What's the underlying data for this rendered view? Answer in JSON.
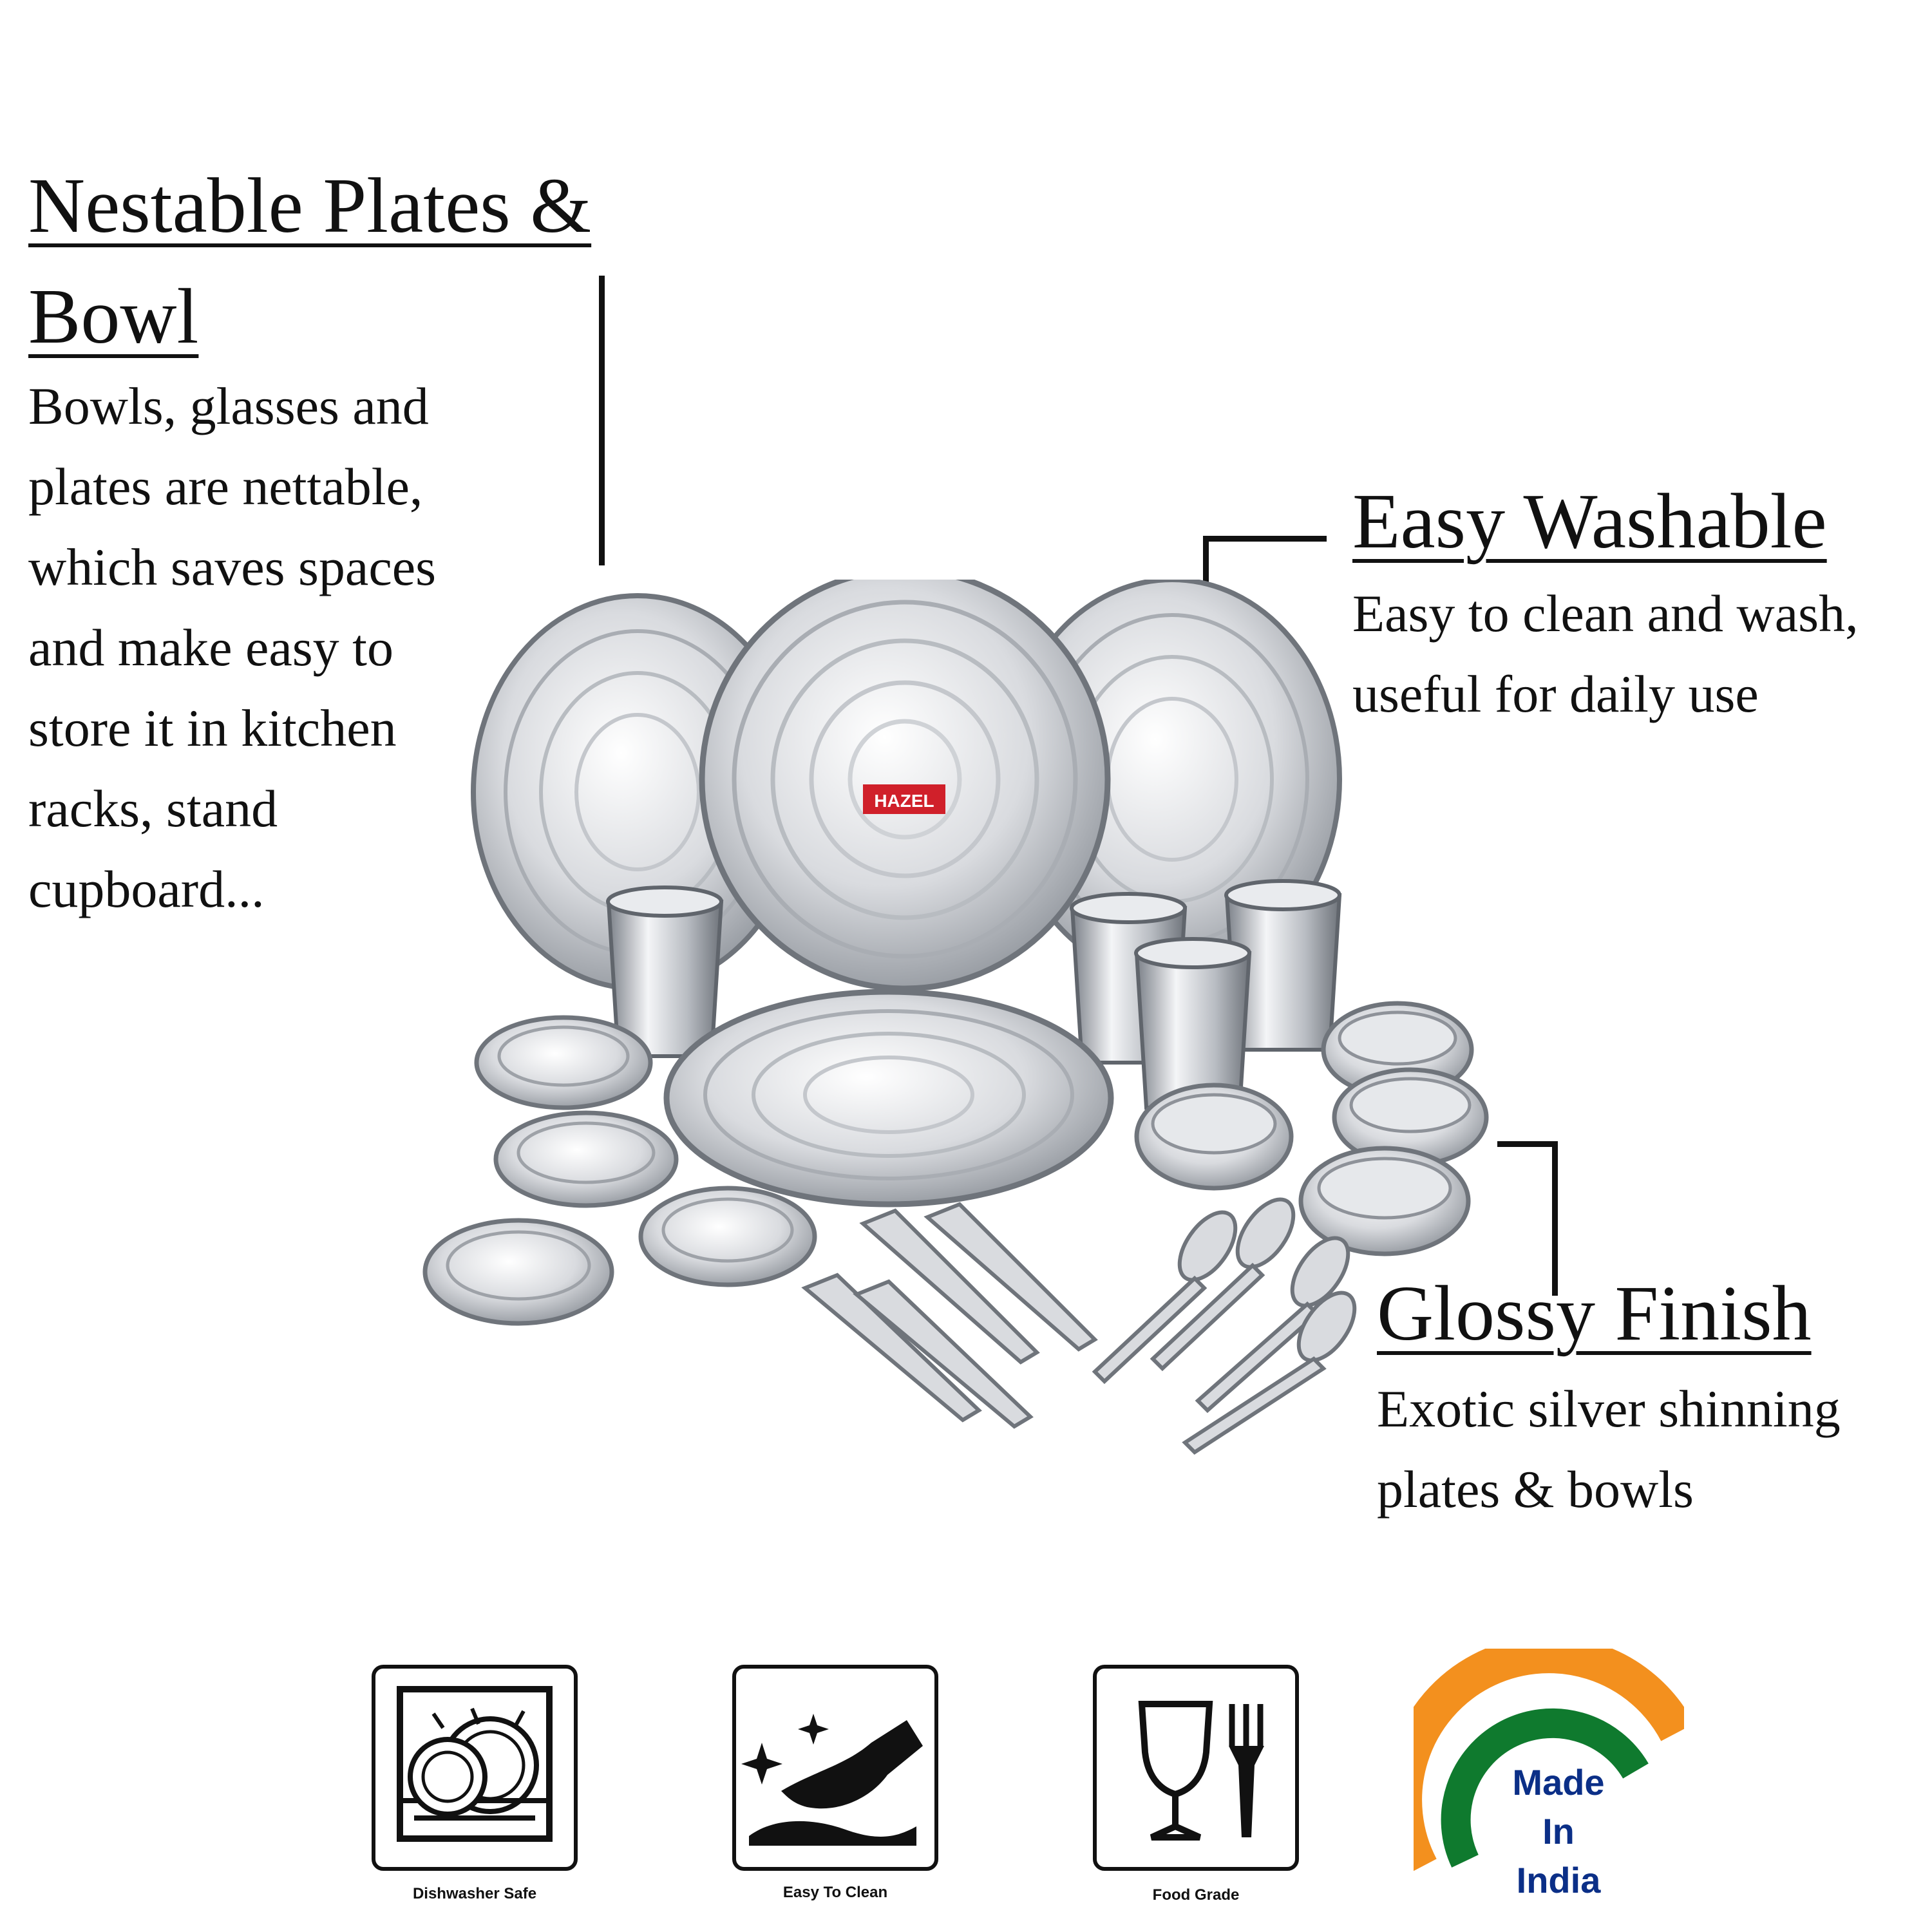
{
  "features": {
    "nestable": {
      "title_line1": "Nestable Plates &",
      "title_line2": "Bowl",
      "desc": [
        "Bowls, glasses and",
        "plates are nettable,",
        "which saves spaces",
        "and make easy to",
        "store it in kitchen",
        "racks, stand",
        "cupboard..."
      ]
    },
    "washable": {
      "title": "Easy Washable",
      "desc": [
        "Easy to clean and wash,",
        "useful for daily use"
      ]
    },
    "glossy": {
      "title": "Glossy Finish",
      "desc": [
        "Exotic silver shinning",
        "plates & bowls"
      ]
    }
  },
  "product": {
    "brand": "HAZEL"
  },
  "badges": {
    "dishwasher": "Dishwasher Safe",
    "easy_clean": "Easy To Clean",
    "food_grade": "Food Grade",
    "india": {
      "line1": "Made",
      "line2": "In",
      "line3": "India"
    }
  },
  "colors": {
    "brand_red": "#d0202a",
    "steel": "#c9ccd1",
    "saffron": "#f3901e",
    "green": "#0f7a2e",
    "navy": "#0b2f87"
  }
}
